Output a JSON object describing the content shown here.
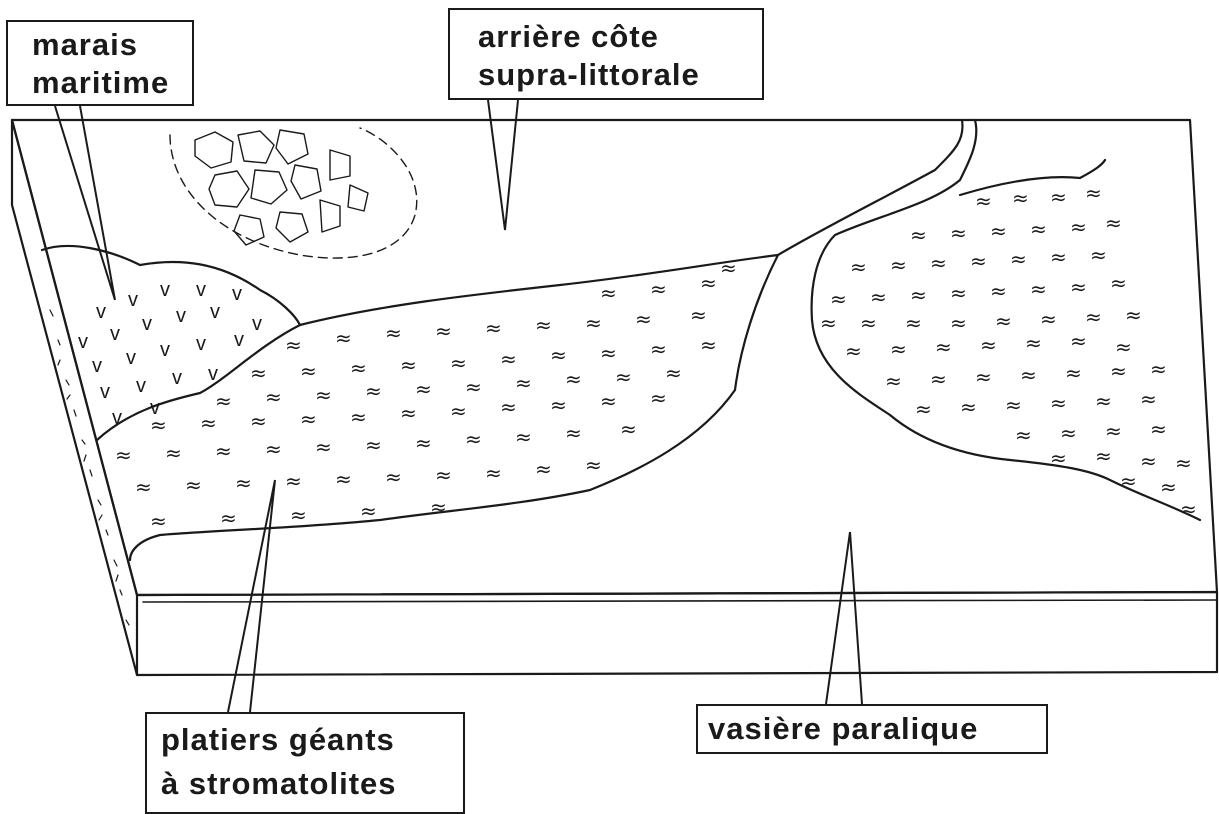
{
  "labels": {
    "marais": [
      "marais",
      "maritime"
    ],
    "arriere_cote": [
      "arrière côte",
      "supra-littorale"
    ],
    "platiers": [
      "platiers géants",
      "à stromatolites"
    ],
    "vasiere": [
      "vasière paralique"
    ]
  },
  "colors": {
    "line": "#1a1a1a",
    "background": "#ffffff"
  },
  "symbols": {
    "marsh": "v",
    "stromatolite": "≈"
  }
}
